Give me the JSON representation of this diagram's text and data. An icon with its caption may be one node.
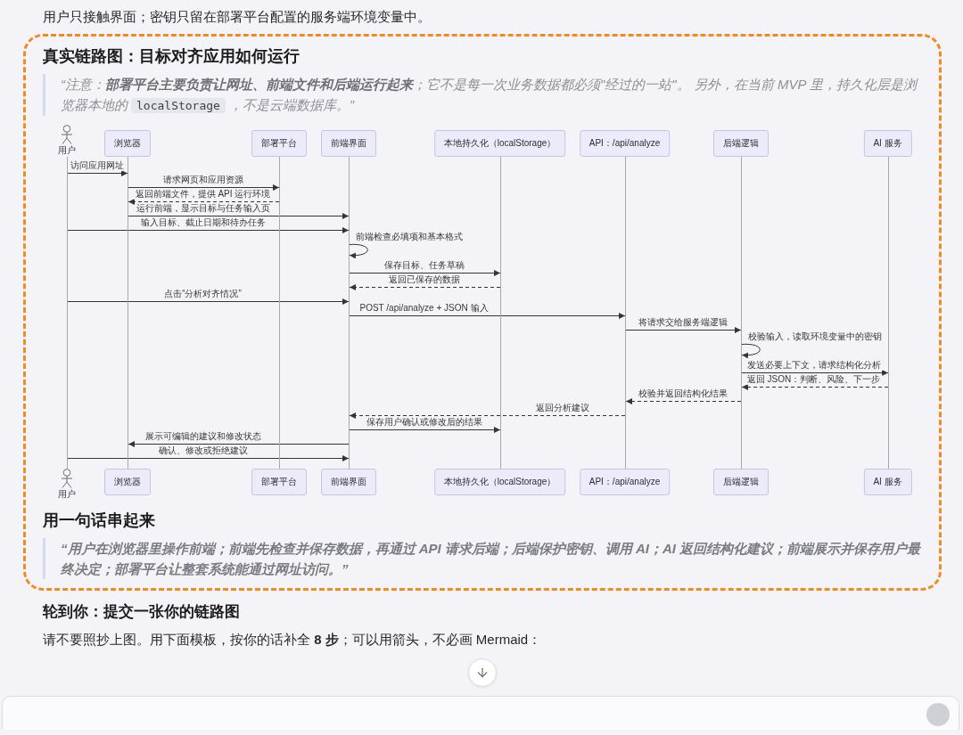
{
  "diagram": {
    "title": "真实链路图：目标对齐应用如何运行",
    "nodes": [
      {
        "text": [
          "用户"
        ]
      },
      {
        "text": [
          "浏览器"
        ]
      },
      {
        "text": [
          "部署平台"
        ]
      },
      {
        "text": [
          "前端界面"
        ]
      },
      {
        "text": [
          "本地持久化（localStorage）"
        ]
      },
      {
        "text": [
          "API：/api/analyze"
        ]
      },
      {
        "text": [
          "后端逻辑"
        ]
      },
      {
        "text": [
          "AI 服务"
        ]
      },
      {
        "text": [],
        "shape": "line"
      },
      {
        "text": [],
        "shape": "line"
      },
      {
        "text": [],
        "shape": "line"
      },
      {
        "text": [],
        "shape": "line"
      },
      {
        "text": [],
        "shape": "line"
      },
      {
        "text": [],
        "shape": "line"
      },
      {
        "text": [],
        "shape": "line"
      },
      {
        "text": [],
        "shape": "line"
      },
      {
        "text": [
          "用户"
        ]
      },
      {
        "text": [
          "浏览器"
        ]
      },
      {
        "text": [
          "部署平台"
        ]
      },
      {
        "text": [
          "前端界面"
        ]
      },
      {
        "text": [
          "本地持久化（localStorage）"
        ]
      },
      {
        "text": [
          "API：/api/analyze"
        ]
      },
      {
        "text": [
          "后端逻辑"
        ]
      },
      {
        "text": [
          "AI 服务"
        ]
      }
    ],
    "edges": [
      {
        "from": 8,
        "to": 9,
        "arrow": "to",
        "label": "访问应用网址"
      },
      {
        "from": 9,
        "to": 10,
        "arrow": "to",
        "label": "请求网页和应用资源"
      },
      {
        "from": 10,
        "to": 9,
        "arrow": "to",
        "label": "返回前端文件，提供 API 运行环境",
        "style": "dashed"
      },
      {
        "from": 9,
        "to": 11,
        "arrow": "to",
        "label": "运行前端，显示目标与任务输入页"
      },
      {
        "from": 8,
        "to": 11,
        "arrow": "to",
        "label": "输入目标、截止日期和待办任务"
      },
      {
        "from": 11,
        "to": 11,
        "arrow": "to",
        "label": "前端检查必填项和基本格式"
      },
      {
        "from": 11,
        "to": 12,
        "arrow": "to",
        "label": "保存目标、任务草稿"
      },
      {
        "from": 12,
        "to": 11,
        "arrow": "to",
        "label": "返回已保存的数据",
        "style": "dashed"
      },
      {
        "from": 8,
        "to": 11,
        "arrow": "to",
        "label": "点击“分析对齐情况”"
      },
      {
        "from": 11,
        "to": 13,
        "arrow": "to",
        "label": "POST /api/analyze + JSON 输入"
      },
      {
        "from": 13,
        "to": 14,
        "arrow": "to",
        "label": "将请求交给服务端逻辑"
      },
      {
        "from": 14,
        "to": 14,
        "arrow": "to",
        "label": "校验输入，读取环境变量中的密钥"
      },
      {
        "from": 14,
        "to": 15,
        "arrow": "to",
        "label": "发送必要上下文，请求结构化分析"
      },
      {
        "from": 15,
        "to": 14,
        "arrow": "to",
        "label": "返回 JSON：判断、风险、下一步",
        "style": "dashed"
      },
      {
        "from": 14,
        "to": 13,
        "arrow": "to",
        "label": "校验并返回结构化结果",
        "style": "dashed"
      },
      {
        "from": 13,
        "to": 11,
        "arrow": "to",
        "label": "返回分析建议",
        "style": "dashed"
      },
      {
        "from": 11,
        "to": 12,
        "arrow": "to",
        "label": "保存用户确认或修改后的结果"
      },
      {
        "from": 11,
        "to": 9,
        "arrow": "to",
        "label": "展示可编辑的建议和修改状态"
      },
      {
        "from": 8,
        "to": 11,
        "arrow": "to",
        "label": "确认、修改或拒绝建议"
      }
    ],
    "labels": [
      "用户只接触界面；密钥只留在部署平台配置的服务端环境变量中。",
      "“注意：**部署平台主要负责让网址、前端文件和后端运行起来**；它不是每一次业务数据都必须\"经过的一站\"。 另外，在当前 MVP 里，持久化层是浏览器本地的",
      "localStorage",
      "，不是云端数据库。”",
      "用一句话串起来",
      "“用户在浏览器里操作前端；前端先检查并保存数据，再通过 API 请求后端；后端保护密钥、调用 AI；AI 返回结构化建议；前端展示并保存用户最终决定；部署平台让整套系统能通过网址访问。”",
      "轮到你：提交一张你的链路图",
      "请不要照抄上图。用下面模板，按你的话补全 **8 步**；可以用箭头，不必画 Mermaid："
    ]
  }
}
